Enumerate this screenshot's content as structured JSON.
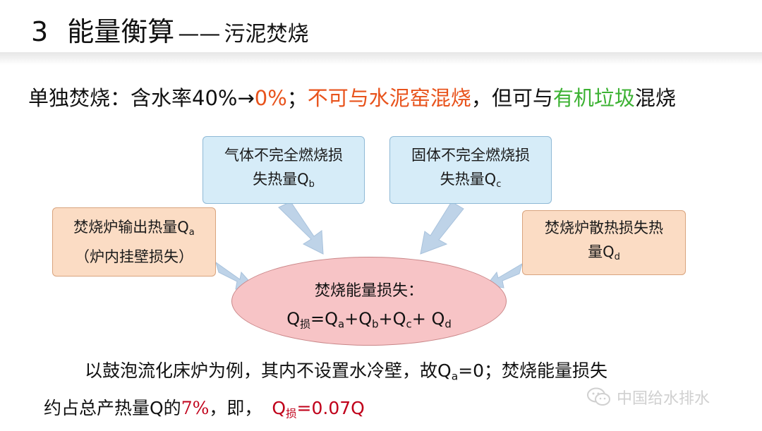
{
  "title": {
    "number": "3",
    "main": "能量衡算",
    "dash": "——",
    "sub": "污泥焚烧"
  },
  "line1": {
    "prefix": "单独焚烧：含水率40%→",
    "zero": "0%",
    "sep1": "；",
    "no_mix": "不可与水泥窑混烧",
    "mid": "，但可与",
    "organic": "有机垃圾",
    "suffix": "混烧"
  },
  "boxes": {
    "gas": {
      "line1": "气体不完全燃烧损",
      "line2": "失热量Q",
      "sub": "b"
    },
    "solid": {
      "line1": "固体不完全燃烧损",
      "line2": "失热量Q",
      "sub": "c"
    },
    "output": {
      "line1": "焚烧炉输出热量Q",
      "sub": "a",
      "line2": "（炉内挂壁损失）"
    },
    "scatter": {
      "line1": "焚烧炉散热损失热",
      "line2": "量Q",
      "sub": "d"
    }
  },
  "center": {
    "title": "焚烧能量损失：",
    "q": "Q",
    "q_sub": "损",
    "eq": "=Q",
    "a": "a",
    "plus1": "+Q",
    "b": "b",
    "plus2": "+Q",
    "c": "c",
    "plus3": "+ Q",
    "d": "d"
  },
  "bottom": {
    "line1_a": "以鼓泡流化床炉为例，其内不设置水冷壁，故Q",
    "line1_sub": "a",
    "line1_b": "=0；焚烧能量损失",
    "line2_a": "约占总产热量Q的",
    "pct": "7%",
    "line2_b": "，即，",
    "q": "Q",
    "q_sub": "损",
    "eq": "=0.07Q"
  },
  "watermark": {
    "text": "中国给水排水",
    "icon": "wechat-icon"
  },
  "colors": {
    "red": "#e8531c",
    "green": "#3cb233",
    "darkred": "#c0001a",
    "blue_box": "#d6ecf8",
    "orange_box": "#fbdcc4",
    "ellipse": "#f7c4c6",
    "arrow": "#b8cfe6"
  }
}
